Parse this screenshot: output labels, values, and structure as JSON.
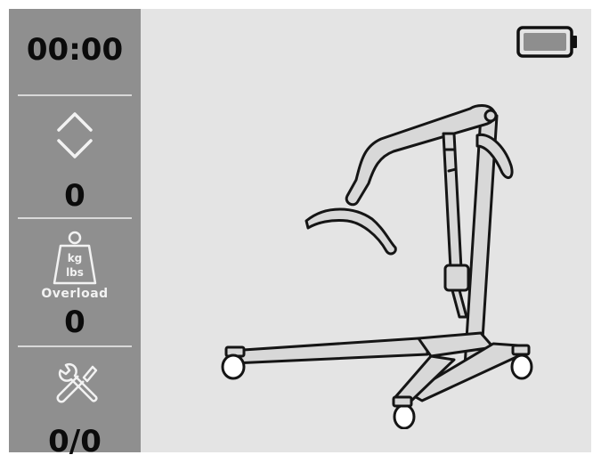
{
  "sidebar": {
    "timer": "00:00",
    "height_counter": "0",
    "overload": {
      "unit_top": "kg",
      "unit_bottom": "lbs",
      "label": "Overload",
      "count": "0"
    },
    "service_counter": "0/0"
  },
  "icons": {
    "height": "up-down-arrows-icon",
    "weight": "weight-kg-lbs-icon",
    "service": "wrench-screwdriver-icon",
    "battery": "battery-icon",
    "lift": "patient-lift-illustration"
  },
  "colors": {
    "sidebar_bg": "#8f8f8f",
    "main_bg": "#e4e4e4",
    "text": "#0b0b0b",
    "divider": "#d9d9d9"
  }
}
